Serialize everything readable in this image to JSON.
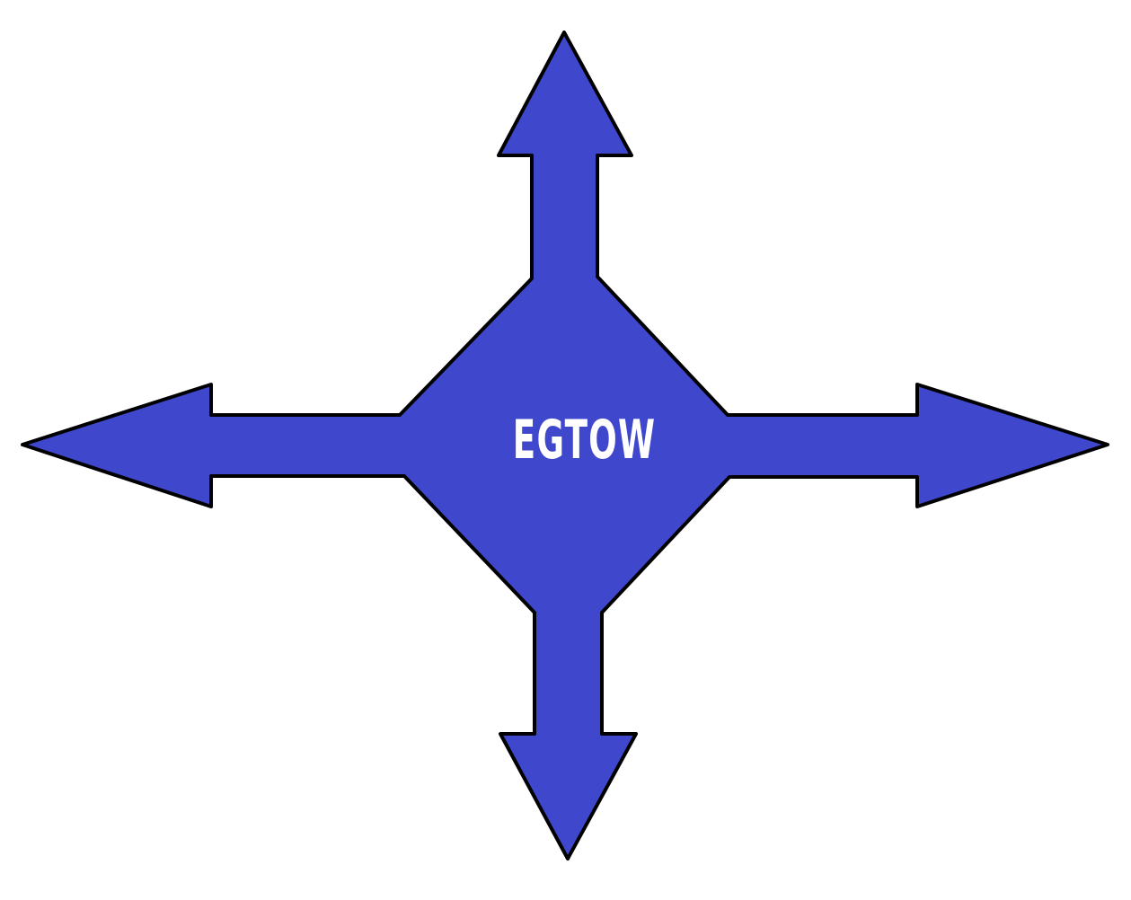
{
  "diagram": {
    "center_label": "EGTOW",
    "fill_color": "#3f48cc",
    "stroke_color": "#000000",
    "arrows": [
      "up",
      "right",
      "down",
      "left"
    ]
  }
}
